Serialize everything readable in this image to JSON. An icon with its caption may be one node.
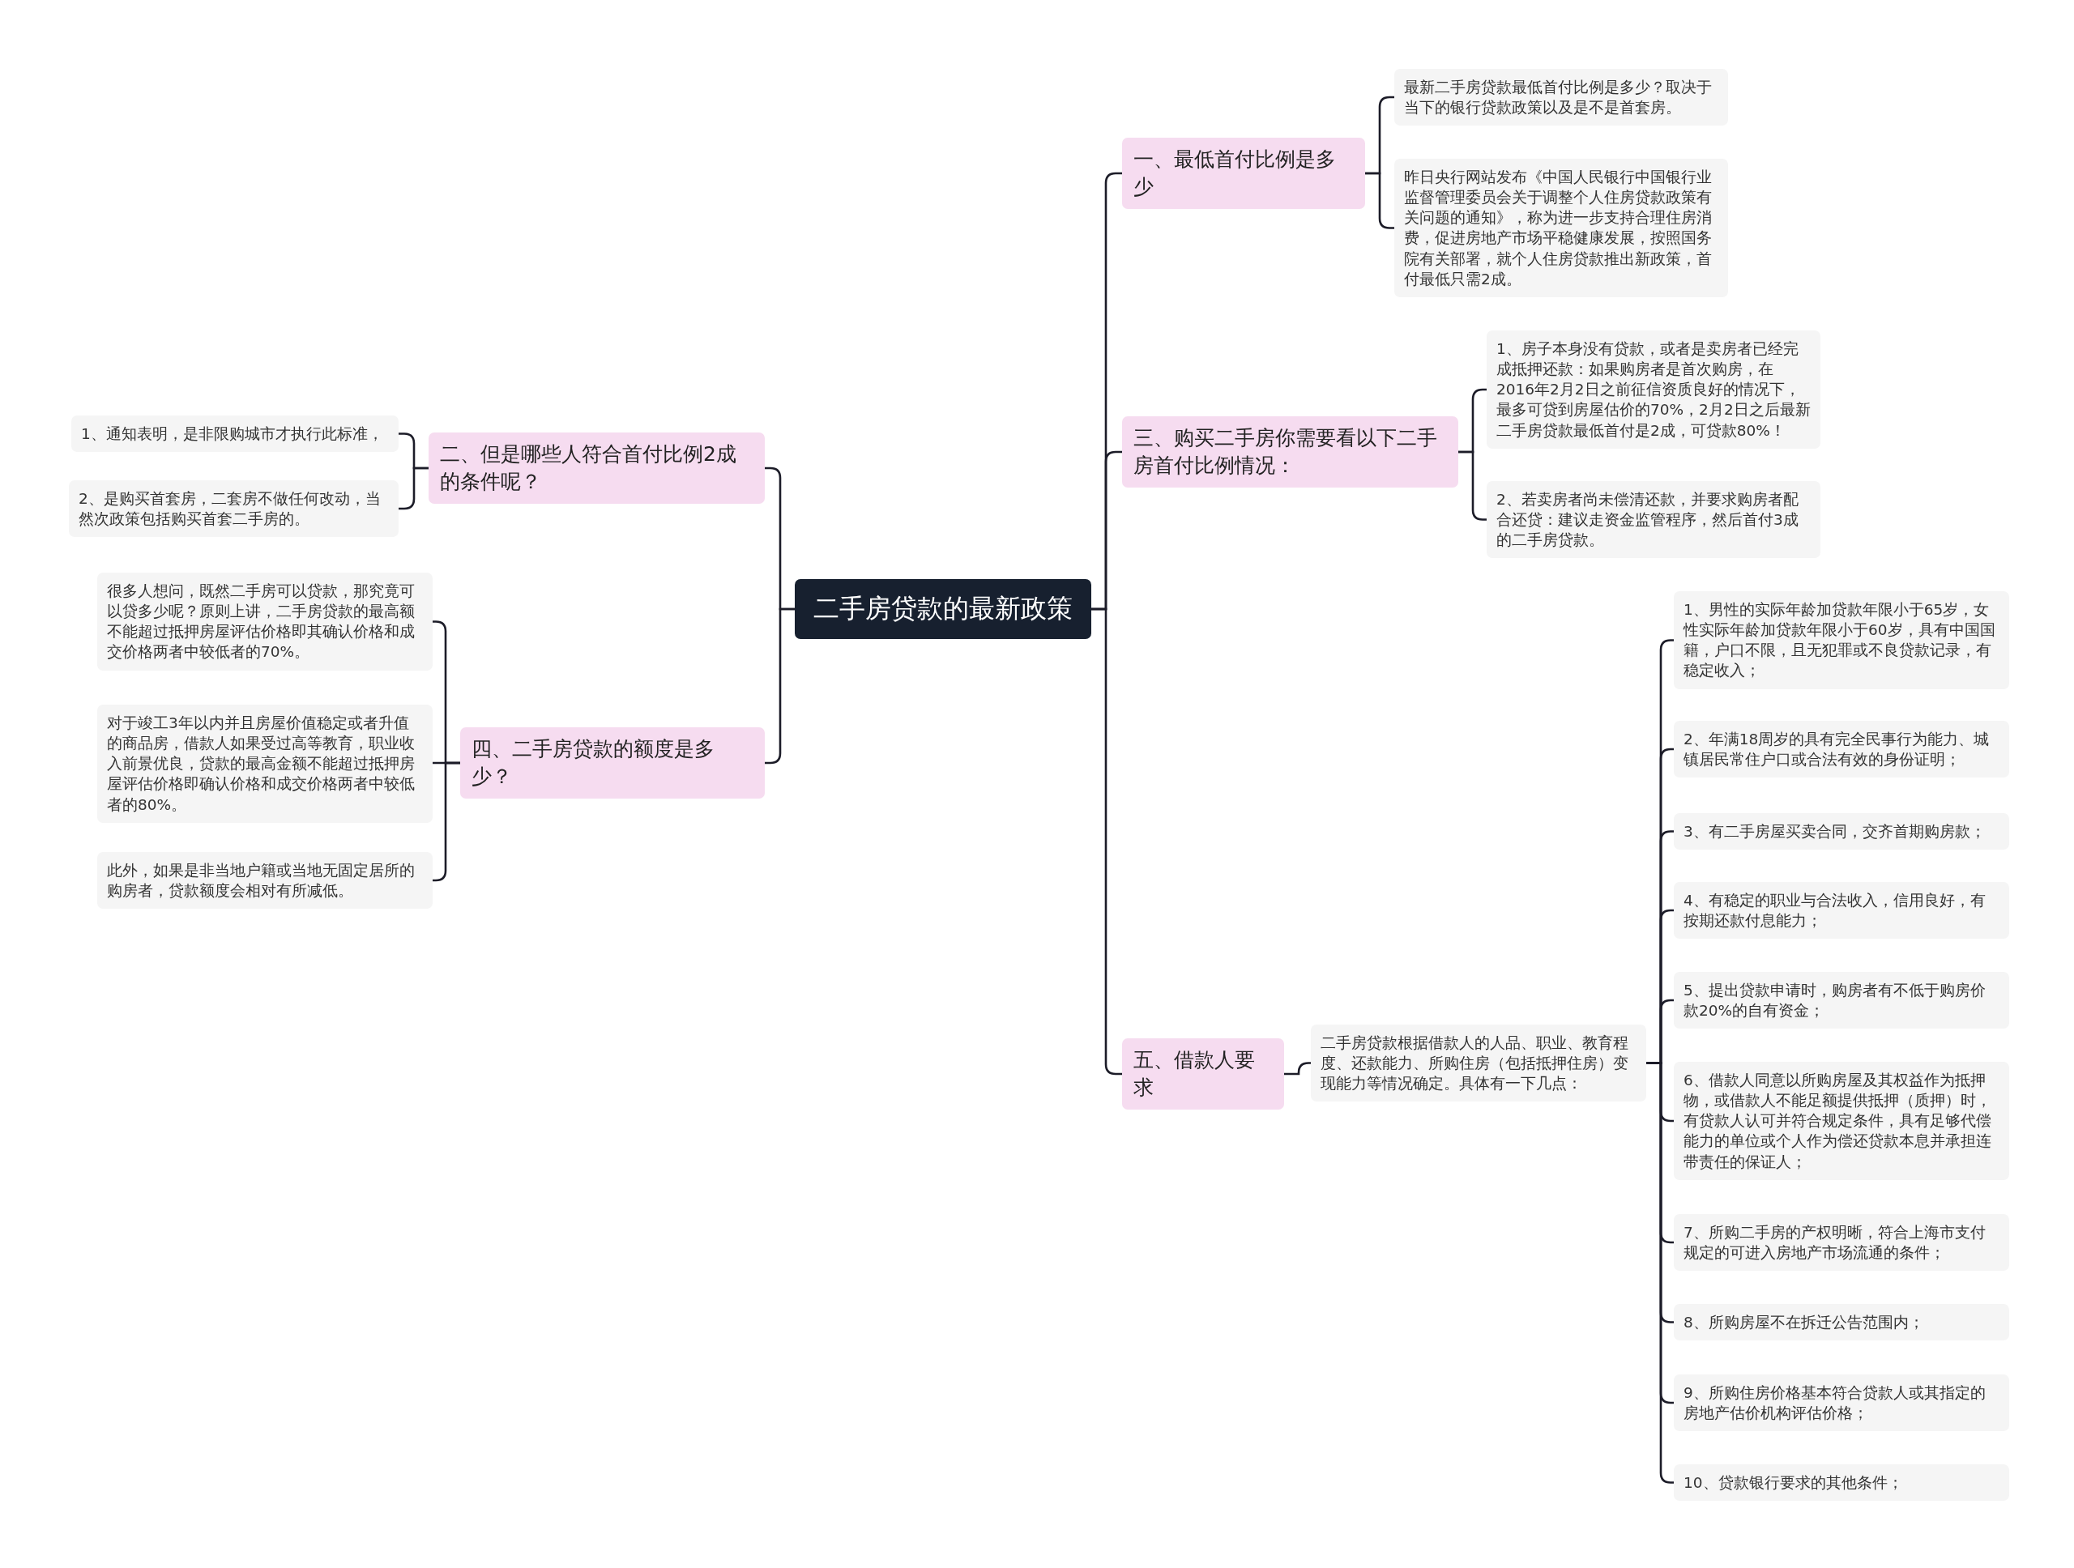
{
  "diagram": {
    "nodes": [
      {
        "text": [
          "二手房贷款的最新政策"
        ]
      },
      {
        "text": [
          "一、最低首付比例是多少"
        ]
      },
      {
        "text": [
          "最新二手房贷款最低首付比例是多少？取决于当下的银行贷款政策以及是不是首套房。"
        ]
      },
      {
        "text": [
          "昨日央行网站发布《中国人民银行中国银行业监督管理委员会关于调整个人住房贷款政策有关问题的通知》，称为进一步支持合理住房消费，促进房地产市场平稳健康发展，按照国务院有关部署，就个人住房贷款推出新政策，首付最低只需2成。"
        ]
      },
      {
        "text": [
          "二、但是哪些人符合首付比例2成的条件呢？"
        ]
      },
      {
        "text": [
          "1、通知表明，是非限购城市才执行此标准，"
        ]
      },
      {
        "text": [
          "2、是购买首套房，二套房不做任何改动，当然次政策包括购买首套二手房的。"
        ]
      },
      {
        "text": [
          "三、购买二手房你需要看以下二手房首付比例情况："
        ]
      },
      {
        "text": [
          "1、房子本身没有贷款，或者是卖房者已经完成抵押还款：如果购房者是首次购房，在2016年2月2日之前征信资质良好的情况下，最多可贷到房屋估价的70%，2月2日之后最新二手房贷款最低首付是2成，可贷款80%！"
        ]
      },
      {
        "text": [
          "2、若卖房者尚未偿清还款，并要求购房者配合还贷：建议走资金监管程序，然后首付3成的二手房贷款。"
        ]
      },
      {
        "text": [
          "四、二手房贷款的额度是多少？"
        ]
      },
      {
        "text": [
          "很多人想问，既然二手房可以贷款，那究竟可以贷多少呢？原则上讲，二手房贷款的最高额不能超过抵押房屋评估价格即其确认价格和成交价格两者中较低者的70%。"
        ]
      },
      {
        "text": [
          "对于竣工3年以内并且房屋价值稳定或者升值的商品房，借款人如果受过高等教育，职业收入前景优良，贷款的最高金额不能超过抵押房屋评估价格即确认价格和成交价格两者中较低者的80%。"
        ]
      },
      {
        "text": [
          "此外，如果是非当地户籍或当地无固定居所的购房者，贷款额度会相对有所减低。"
        ]
      },
      {
        "text": [
          "五、借款人要求"
        ]
      },
      {
        "text": [
          "二手房贷款根据借款人的人品、职业、教育程度、还款能力、所购住房（包括抵押住房）变现能力等情况确定。具体有一下几点："
        ]
      },
      {
        "text": [
          "1、男性的实际年龄加贷款年限小于65岁，女性实际年龄加贷款年限小于60岁，具有中国国籍，户口不限，且无犯罪或不良贷款记录，有稳定收入；"
        ]
      },
      {
        "text": [
          "2、年满18周岁的具有完全民事行为能力、城镇居民常住户口或合法有效的身份证明；"
        ]
      },
      {
        "text": [
          "3、有二手房屋买卖合同，交齐首期购房款；"
        ]
      },
      {
        "text": [
          "4、有稳定的职业与合法收入，信用良好，有按期还款付息能力；"
        ]
      },
      {
        "text": [
          "5、提出贷款申请时，购房者有不低于购房价款20%的自有资金；"
        ]
      },
      {
        "text": [
          "6、借款人同意以所购房屋及其权益作为抵押物，或借款人不能足额提供抵押（质押）时，有贷款人认可并符合规定条件，具有足够代偿能力的单位或个人作为偿还贷款本息并承担连带责任的保证人；"
        ]
      },
      {
        "text": [
          "7、所购二手房的产权明晰，符合上海市支付规定的可进入房地产市场流通的条件；"
        ]
      },
      {
        "text": [
          "8、所购房屋不在拆迁公告范围内；"
        ]
      },
      {
        "text": [
          "9、所购住房价格基本符合贷款人或其指定的房地产估价机构评估价格；"
        ]
      },
      {
        "text": [
          "10、贷款银行要求的其他条件；"
        ]
      }
    ],
    "edges": [
      {
        "from": 0,
        "to": 1,
        "arrow": "none"
      },
      {
        "from": 1,
        "to": 2,
        "arrow": "none"
      },
      {
        "from": 1,
        "to": 3,
        "arrow": "none"
      },
      {
        "from": 0,
        "to": 4,
        "arrow": "none"
      },
      {
        "from": 4,
        "to": 5,
        "arrow": "none"
      },
      {
        "from": 4,
        "to": 6,
        "arrow": "none"
      },
      {
        "from": 0,
        "to": 7,
        "arrow": "none"
      },
      {
        "from": 7,
        "to": 8,
        "arrow": "none"
      },
      {
        "from": 7,
        "to": 9,
        "arrow": "none"
      },
      {
        "from": 0,
        "to": 10,
        "arrow": "none"
      },
      {
        "from": 10,
        "to": 11,
        "arrow": "none"
      },
      {
        "from": 10,
        "to": 12,
        "arrow": "none"
      },
      {
        "from": 10,
        "to": 13,
        "arrow": "none"
      },
      {
        "from": 0,
        "to": 14,
        "arrow": "none"
      },
      {
        "from": 14,
        "to": 15,
        "arrow": "none"
      },
      {
        "from": 15,
        "to": 16,
        "arrow": "none"
      },
      {
        "from": 15,
        "to": 17,
        "arrow": "none"
      },
      {
        "from": 15,
        "to": 18,
        "arrow": "none"
      },
      {
        "from": 15,
        "to": 19,
        "arrow": "none"
      },
      {
        "from": 15,
        "to": 20,
        "arrow": "none"
      },
      {
        "from": 15,
        "to": 21,
        "arrow": "none"
      },
      {
        "from": 15,
        "to": 22,
        "arrow": "none"
      },
      {
        "from": 15,
        "to": 23,
        "arrow": "none"
      },
      {
        "from": 15,
        "to": 24,
        "arrow": "none"
      },
      {
        "from": 15,
        "to": 25,
        "arrow": "none"
      }
    ]
  }
}
